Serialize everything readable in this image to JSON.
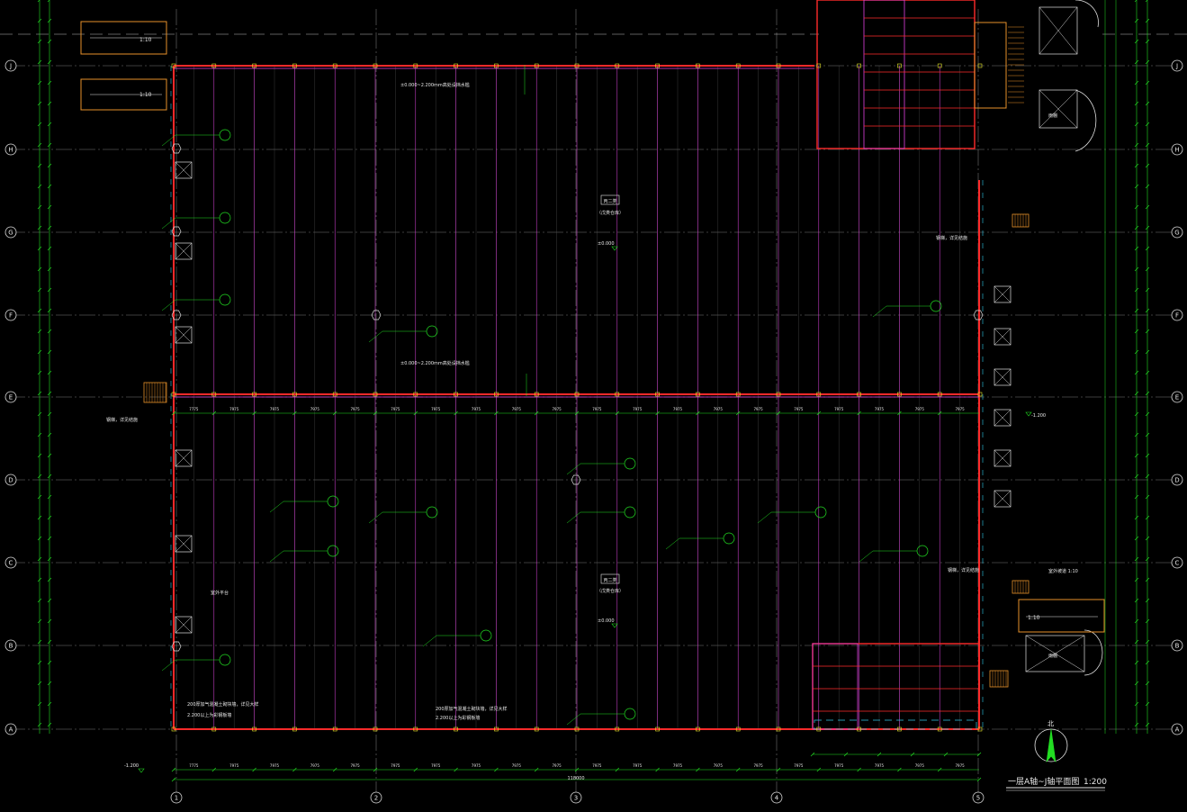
{
  "drawing": {
    "title": "一层A轴~J轴平面图",
    "scale": "1:200",
    "north_label": "北"
  },
  "grid": {
    "rows": [
      "J",
      "H",
      "G",
      "F",
      "E",
      "D",
      "C",
      "B",
      "A"
    ],
    "cols": [
      "1",
      "2",
      "3",
      "4",
      "5"
    ],
    "bay_dims": [
      "7775",
      "7975",
      "7975",
      "7975",
      "7975",
      "7975",
      "7975",
      "7975",
      "7975",
      "7975",
      "7975",
      "7975",
      "7975",
      "7975",
      "7975",
      "7975",
      "7975",
      "7975",
      "7975",
      "7975"
    ],
    "total_dim": "118000"
  },
  "rooms": [
    {
      "code": "丙二类",
      "name": "（戊类仓库）"
    },
    {
      "code": "丙二类",
      "name": "（戊类仓库）"
    }
  ],
  "elevations": [
    "±0.000",
    "±0.000",
    "-1.200",
    "-1.200"
  ],
  "ramp_scales": [
    "1:10",
    "1:10",
    "1:10"
  ],
  "annotations": [
    "±0.000~2.200mm高处设挡水槛",
    "±0.000~2.200mm高处设挡水槛",
    "200厚加气混凝土砌块墙，详见大样",
    "2.200以上为彩钢板墙",
    "200厚加气混凝土砌块墙，详见大样",
    "2.200以上为彩钢板墙",
    "室外坡道 1:10",
    "钢梯，详见结施",
    "钢梯，详见结施",
    "钢梯，详见结施",
    "雨棚",
    "雨棚",
    "室外平台"
  ],
  "colors": {
    "background": "#000000",
    "wall": "#ff2a2a",
    "magenta": "#e040e0",
    "dimension": "#22dd22",
    "grid_line": "#9a9a9a",
    "text": "#e8e8e8",
    "cyan": "#31c6e6",
    "orange": "#e6902a",
    "yellow": "#e6e62a"
  }
}
